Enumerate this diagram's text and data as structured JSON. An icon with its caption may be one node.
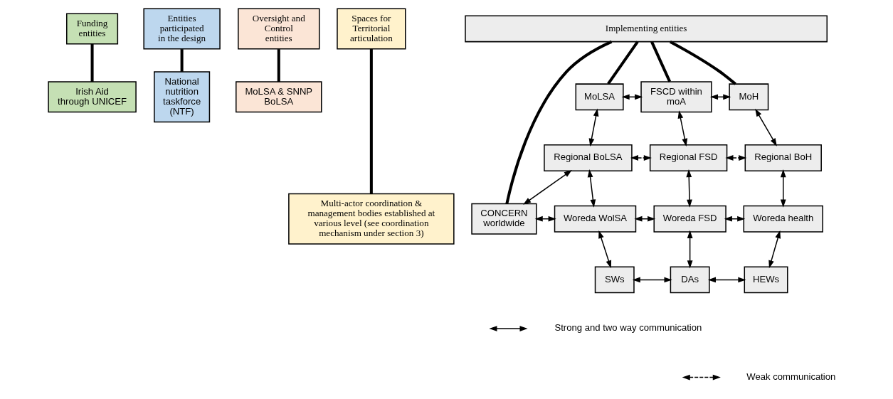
{
  "diagram": {
    "nodes": [
      {
        "text": [
          "Funding entities"
        ]
      },
      {
        "text": [
          "Entities participated in the design"
        ]
      },
      {
        "text": [
          "Oversight and Control entities"
        ]
      },
      {
        "text": [
          "Spaces for Territorial articulation"
        ]
      },
      {
        "text": [
          "Implementing entities"
        ]
      },
      {
        "text": [
          "Irish Aid through UNICEF"
        ]
      },
      {
        "text": [
          "National nutrition taskforce (NTF)"
        ]
      },
      {
        "text": [
          "MoLSA & SNNP BoLSA"
        ]
      },
      {
        "text": [
          "Multi-actor coordination & management bodies established at various level (see coordination mechanism under section 3)"
        ]
      },
      {
        "text": [
          "MoLSA"
        ]
      },
      {
        "text": [
          "FSCD within moA"
        ]
      },
      {
        "text": [
          "MoH"
        ]
      },
      {
        "text": [
          "Regional BoLSA"
        ]
      },
      {
        "text": [
          "Regional FSD"
        ]
      },
      {
        "text": [
          "Regional BoH"
        ]
      },
      {
        "text": [
          "CONCERN worldwide"
        ]
      },
      {
        "text": [
          "Woreda WolSA"
        ]
      },
      {
        "text": [
          "Woreda FSD"
        ]
      },
      {
        "text": [
          "Woreda health"
        ]
      },
      {
        "text": [
          "SWs"
        ]
      },
      {
        "text": [
          "DAs"
        ]
      },
      {
        "text": [
          "HEWs"
        ]
      }
    ],
    "edges": [
      {
        "from": 0,
        "to": 5,
        "arrow": "none",
        "style": "thick"
      },
      {
        "from": 1,
        "to": 6,
        "arrow": "none",
        "style": "thick"
      },
      {
        "from": 2,
        "to": 7,
        "arrow": "none",
        "style": "thick"
      },
      {
        "from": 3,
        "to": 8,
        "arrow": "none",
        "style": "thick"
      },
      {
        "from": 4,
        "to": 15,
        "arrow": "none",
        "style": "thick"
      },
      {
        "from": 4,
        "to": 9,
        "arrow": "none",
        "style": "thick"
      },
      {
        "from": 4,
        "to": 10,
        "arrow": "none",
        "style": "thick"
      },
      {
        "from": 4,
        "to": 11,
        "arrow": "none",
        "style": "thick"
      },
      {
        "from": 9,
        "to": 10,
        "arrow": "both"
      },
      {
        "from": 10,
        "to": 11,
        "arrow": "both"
      },
      {
        "from": 9,
        "to": 12,
        "arrow": "both"
      },
      {
        "from": 10,
        "to": 13,
        "arrow": "both"
      },
      {
        "from": 11,
        "to": 14,
        "arrow": "both"
      },
      {
        "from": 12,
        "to": 13,
        "arrow": "both",
        "style": "dashed"
      },
      {
        "from": 13,
        "to": 14,
        "arrow": "both",
        "style": "dashed"
      },
      {
        "from": 12,
        "to": 15,
        "arrow": "both"
      },
      {
        "from": 12,
        "to": 16,
        "arrow": "both"
      },
      {
        "from": 13,
        "to": 17,
        "arrow": "both"
      },
      {
        "from": 14,
        "to": 18,
        "arrow": "both"
      },
      {
        "from": 15,
        "to": 16,
        "arrow": "both"
      },
      {
        "from": 16,
        "to": 17,
        "arrow": "both"
      },
      {
        "from": 17,
        "to": 18,
        "arrow": "both"
      },
      {
        "from": 16,
        "to": 19,
        "arrow": "both"
      },
      {
        "from": 17,
        "to": 20,
        "arrow": "both"
      },
      {
        "from": 18,
        "to": 21,
        "arrow": "both"
      },
      {
        "from": 19,
        "to": 20,
        "arrow": "both"
      },
      {
        "from": 20,
        "to": 21,
        "arrow": "both"
      }
    ],
    "legend": [
      {
        "text": "Strong and two way communication"
      },
      {
        "text": "Weak communication"
      }
    ]
  }
}
